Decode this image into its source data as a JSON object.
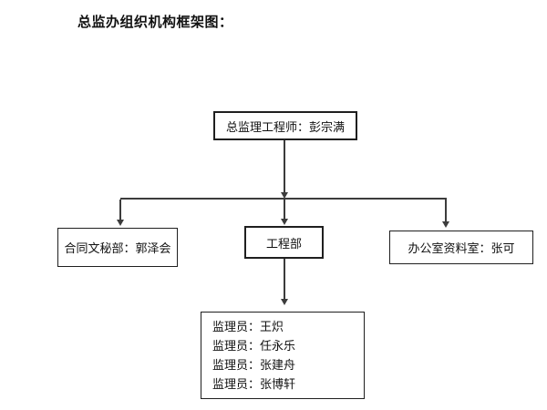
{
  "page": {
    "title": "总监办组织机构框架图："
  },
  "org_chart": {
    "root": {
      "label": "总监理工程师：彭宗满"
    },
    "departments": [
      {
        "label": "合同文秘部：郭泽会"
      },
      {
        "label": "工程部"
      },
      {
        "label": "办公室资料室：张可"
      }
    ],
    "supervisors": [
      "监理员：王炽",
      "监理员：任永乐",
      "监理员：张建舟",
      "监理员：张博轩"
    ]
  },
  "colors": {
    "line": "#3c3c3c",
    "box_border": "#1f1f1f",
    "text": "#111111",
    "background": "#ffffff"
  }
}
